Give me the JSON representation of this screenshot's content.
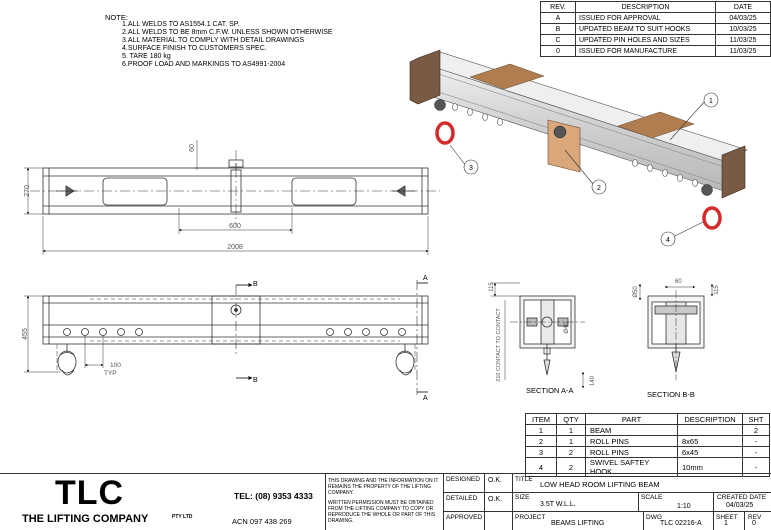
{
  "notes": {
    "heading": "NOTE:",
    "items": [
      "1.ALL WELDS TO AS1554.1 CAT. SP.",
      "2.ALL WELDS TO BE 8mm C.F.W. UNLESS SHOWN OTHERWISE",
      "3.ALL MATERIAL TO COMPLY WITH DETAIL DRAWINGS",
      "4.SURFACE FINISH TO CUSTOMERS SPEC.",
      "5. TARE 180 kg",
      "6.PROOF LOAD AND MARKINGS TO AS4991-2004"
    ]
  },
  "revisions": {
    "headers": [
      "REV.",
      "DESCRIPTION",
      "DATE"
    ],
    "rows": [
      [
        "A",
        "ISSUED FOR APPROVAL",
        "04/03/25"
      ],
      [
        "B",
        "UPDATED BEAM TO SUIT HOOKS",
        "10/03/25"
      ],
      [
        "C",
        "UPDATED PIN HOLES AND SIZES",
        "11/03/25"
      ],
      [
        "0",
        "ISSUED FOR MANUFACTURE",
        "11/03/25"
      ]
    ]
  },
  "dimensions": {
    "top_height": "60",
    "overall_height": "270",
    "inner_span": "600",
    "overall_length": "2008",
    "side_height": "455",
    "hole_pitch": "100",
    "hole_pitch_note": "TYP",
    "section_top": "115",
    "section_contact": "210 CONTACT TO CONTACT",
    "section_bottom": "140",
    "pin_dia_a": "Ø40",
    "pin_dia_b": "Ø50",
    "section_b_width": "60"
  },
  "section_markers": {
    "b_top": "B",
    "b_bottom": "B",
    "a_right_top": "A",
    "a_right_bottom": "A"
  },
  "section_titles": {
    "a": "SECTION A-A",
    "b": "SECTION B-B"
  },
  "balloons": [
    "1",
    "2",
    "3",
    "4"
  ],
  "parts": {
    "headers": [
      "ITEM",
      "QTY",
      "PART",
      "DESCRIPTION",
      "SHT"
    ],
    "rows": [
      [
        "1",
        "1",
        "BEAM",
        "",
        "2"
      ],
      [
        "2",
        "1",
        "ROLL PINS",
        "8x65",
        "-"
      ],
      [
        "3",
        "2",
        "ROLL PINS",
        "6x45",
        "-"
      ],
      [
        "4",
        "2",
        "SWIVEL SAFTEY HOOK",
        "10mm",
        "-"
      ]
    ]
  },
  "title_block": {
    "logo": "TLC",
    "company": "THE LIFTING COMPANY",
    "company_suffix": "PTY LTD",
    "phone": "TEL: (08) 9353 4333",
    "acn": "ACN 097 438 269",
    "disclaimer_1": "THIS DRAWING AND THE INFORMATION ON IT REMAINS THE PROPERTY OF THE LIFTING COMPANY.",
    "disclaimer_2": "WRITTEN PERMISSION MUST BE OBTAINED FROM THE LIFTING COMPANY TO COPY OR REPRODUCE THE WHOLE OR PART OF THIS DRAWING.",
    "designed_label": "DESIGNED",
    "designed_val": "O.K.",
    "detailed_label": "DETAILED",
    "detailed_val": "O.K.",
    "approved_label": "APPROVED",
    "title_label": "TITLE",
    "title_val": "LOW HEAD ROOM LIFTING BEAM",
    "size_label": "SIZE",
    "size_val": "3.5T W.L.L.",
    "scale_label": "SCALE",
    "scale_val": "1:10",
    "created_label": "CREATED DATE",
    "created_val": "04/03/25",
    "project_label": "PROJECT",
    "project_val": "BEAMS LIFTING",
    "dwg_label": "DWG",
    "dwg_val": "TLC 02216-A",
    "sheet_label": "SHEET",
    "sheet_val": "1",
    "rev_label": "REV",
    "rev_val": "0"
  },
  "colors": {
    "beam_body": "#dcdcdc",
    "wear_pad": "#b07d50",
    "end_plate": "#7a5a44",
    "shackle": "#d42a2a"
  }
}
